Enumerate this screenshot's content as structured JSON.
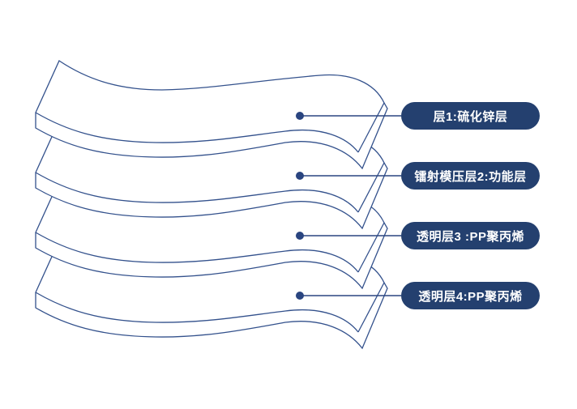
{
  "diagram": {
    "title": "film-layer-structure",
    "background_color": "#ffffff",
    "sheet_outline_color": "#33518c",
    "sheet_fill_color": "#ffffff",
    "connector_color": "#2a4580",
    "pill_color": "#24406f",
    "pill_text_color": "#ffffff",
    "layers": [
      {
        "index": 1,
        "label": "层1:硫化锌层"
      },
      {
        "index": 2,
        "label": "镭射模压层2:功能层"
      },
      {
        "index": 3,
        "label": "透明层3 :PP聚丙烯"
      },
      {
        "index": 4,
        "label": "透明层4:PP聚丙烯"
      }
    ]
  }
}
